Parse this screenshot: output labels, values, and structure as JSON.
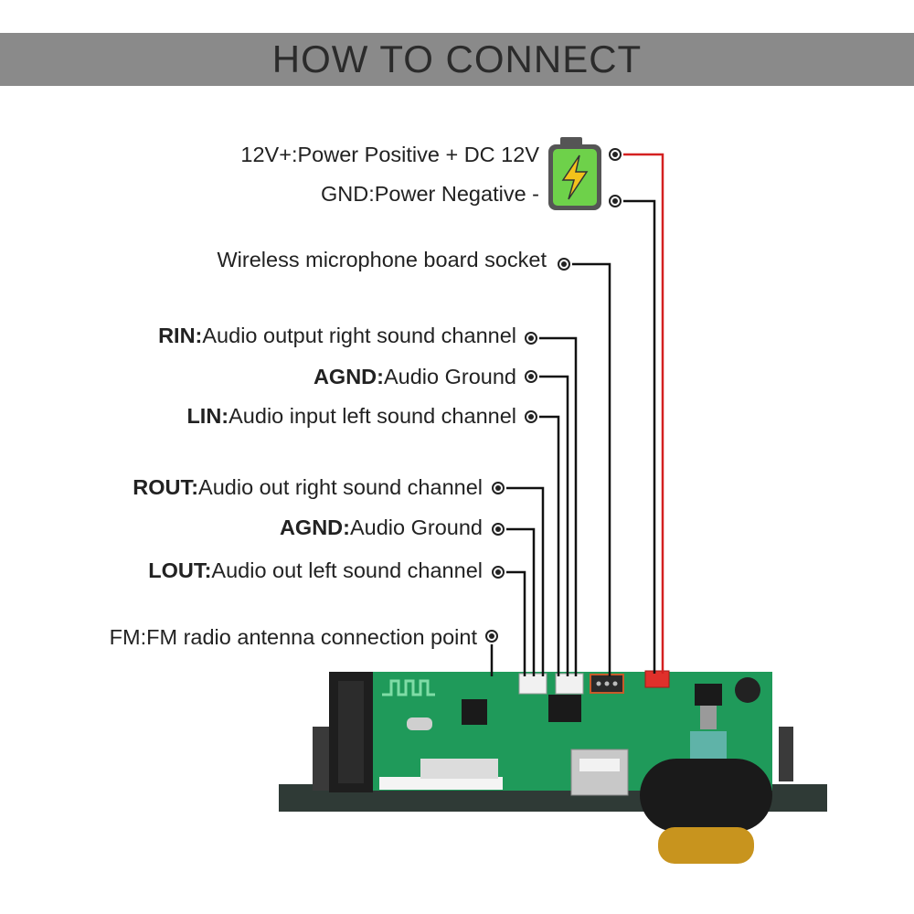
{
  "header": {
    "title": "HOW TO CONNECT"
  },
  "labels": [
    {
      "id": "power-positive",
      "prefix": "12V+:",
      "text": "Power Positive + DC 12V"
    },
    {
      "id": "power-negative",
      "prefix": "GND:",
      "text": "Power Negative -"
    },
    {
      "id": "mic-socket",
      "prefix": "",
      "text": "Wireless microphone board socket"
    },
    {
      "id": "rin",
      "prefix": "RIN:",
      "text": "Audio output right sound channel"
    },
    {
      "id": "agnd-in",
      "prefix": "AGND:",
      "text": "Audio Ground"
    },
    {
      "id": "lin",
      "prefix": "LIN:",
      "text": "Audio input left sound channel"
    },
    {
      "id": "rout",
      "prefix": "ROUT:",
      "text": "Audio out right sound channel"
    },
    {
      "id": "agnd-out",
      "prefix": "AGND:",
      "text": "Audio Ground"
    },
    {
      "id": "lout",
      "prefix": "LOUT:",
      "text": "Audio out left sound channel"
    },
    {
      "id": "fm",
      "prefix": "FM:",
      "text": "FM radio antenna connection point"
    }
  ],
  "icons": {
    "battery": "battery-charging-icon",
    "pin": "connection-pin-icon"
  },
  "colors": {
    "banner": "#8a8a8a",
    "positive_wire": "#d42020",
    "wire": "#111111",
    "pcb": "#1f9a5a",
    "panel": "#2f3a36"
  }
}
